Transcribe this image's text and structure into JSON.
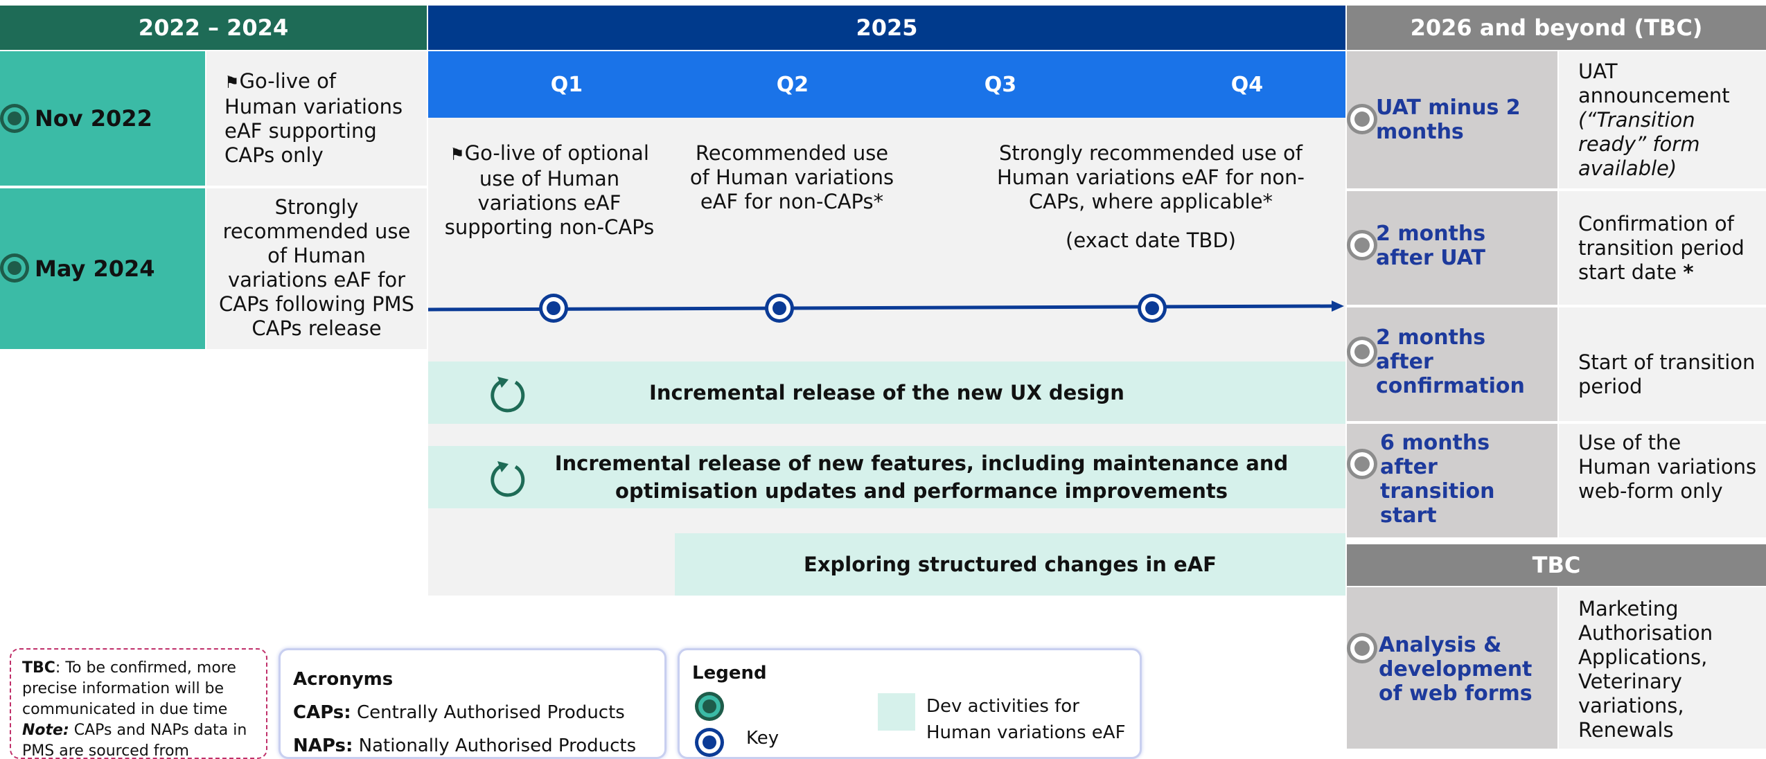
{
  "colors": {
    "header_2022": "#1e6b56",
    "header_2025": "#003a8c",
    "quarter_bar": "#1a73e8",
    "header_2026": "#868686",
    "teal": "#3bbba6",
    "dev_band": "#d6f1eb",
    "timeline_blue": "#0b3b96",
    "label_blue": "#1d3a9c"
  },
  "headers": {
    "h2022": "2022 – 2024",
    "h2025": "2025",
    "h2026": "2026 and beyond (TBC)",
    "tbc": "TBC"
  },
  "quarters": [
    "Q1",
    "Q2",
    "Q3",
    "Q4"
  ],
  "left_rows": [
    {
      "date": "Nov 2022",
      "text": "Go-live of Human variations eAF supporting CAPs only"
    },
    {
      "date": "May 2024",
      "text": "Strongly recommended use of Human variations eAF for CAPs following PMS CAPs release"
    }
  ],
  "milestones_2025": {
    "m1": "Go-live of optional use of Human variations eAF supporting non-CAPs",
    "m2": "Recommended use of Human variations eAF for non-CAPs*",
    "m3": "Strongly recommended use of Human variations eAF for non-CAPs, where applicable*",
    "m3_note": "(exact date TBD)"
  },
  "bands": {
    "b1": "Incremental release of the new UX design",
    "b2": "Incremental release of new features, including maintenance and optimisation updates and performance improvements",
    "b3": "Exploring structured changes in eAF"
  },
  "right_rows": [
    {
      "label": "UAT minus 2 months",
      "text_plain": "UAT announcement ",
      "text_italic": "(“Transition ready” form available)"
    },
    {
      "label": "2 months after UAT",
      "text_plain": "Confirmation of transition period start date ",
      "text_bold": "*"
    },
    {
      "label": "2 months after confirmation",
      "text_plain": "Start of transition period"
    },
    {
      "label": "6 months after transition start",
      "text_plain": "Use of the Human variations web-form only"
    }
  ],
  "tbc_row": {
    "label": "Analysis & development of web forms",
    "text": "Marketing Authorisation Applications, Veterinary variations, Renewals"
  },
  "note_box": {
    "tbc_bold": "TBC",
    "tbc_text": ": To be confirmed, more precise information will be communicated in due time",
    "note_bold": "Note:",
    "note_text": " CAPs and NAPs data in PMS are sourced from"
  },
  "acronyms": {
    "title": "Acronyms",
    "items": [
      {
        "abbr": "CAPs:",
        "full": " Centrally Authorised Products"
      },
      {
        "abbr": "NAPs:",
        "full": " Nationally Authorised Products"
      }
    ]
  },
  "legend": {
    "title": "Legend",
    "key_label": "Key",
    "dev_label": "Dev activities for Human variations eAF"
  }
}
